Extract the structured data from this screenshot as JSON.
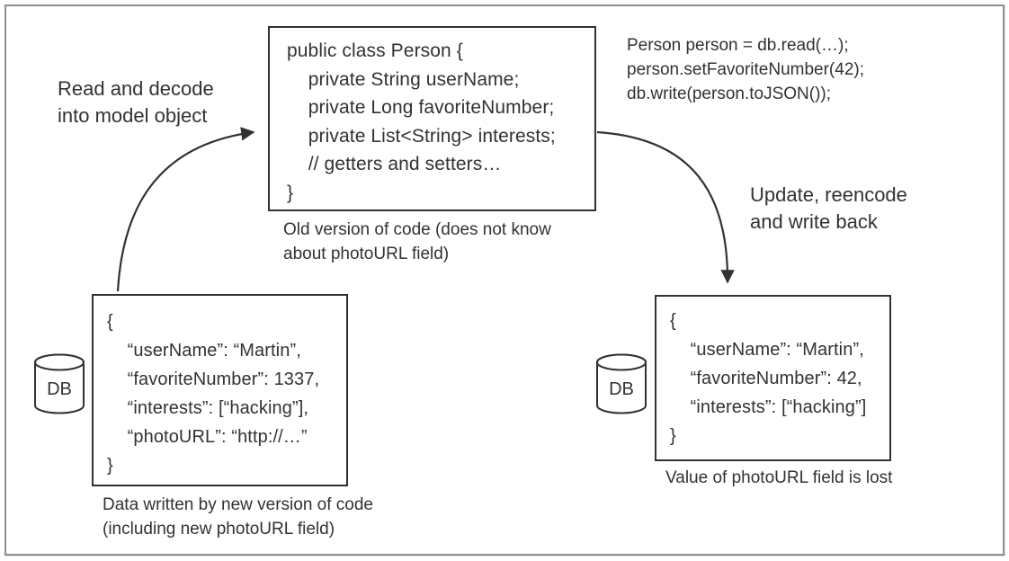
{
  "colors": {
    "ink": "#323232",
    "frame": "#8f8f8f",
    "background": "#ffffff"
  },
  "labels": {
    "read_decode": [
      "Read and decode",
      "into model object"
    ],
    "update_reencode": [
      "Update, reencode",
      "and write back"
    ]
  },
  "old_code_box": {
    "code": [
      "public class Person {",
      "    private String userName;",
      "    private Long favoriteNumber;",
      "    private List<String> interests;",
      "    // getters and setters…",
      "}"
    ],
    "caption": [
      "Old version of code (does not know",
      "about photoURL field)"
    ]
  },
  "update_snippet": [
    "Person person = db.read(…);",
    "person.setFavoriteNumber(42);",
    "db.write(person.toJSON());"
  ],
  "database_left": {
    "label": "DB"
  },
  "database_right": {
    "label": "DB"
  },
  "new_data_box": {
    "json": [
      "{",
      "    “userName”: “Martin”,",
      "    “favoriteNumber”: 1337,",
      "    “interests”: [“hacking”],",
      "    “photoURL”: “http://…”",
      "}"
    ],
    "caption": [
      "Data written by new version of code",
      "(including new photoURL field)"
    ]
  },
  "old_data_box": {
    "json": [
      "{",
      "    “userName”: “Martin”,",
      "    “favoriteNumber”: 42,",
      "    “interests”: [“hacking”]",
      "}"
    ],
    "caption": [
      "Value of photoURL field is lost"
    ]
  }
}
